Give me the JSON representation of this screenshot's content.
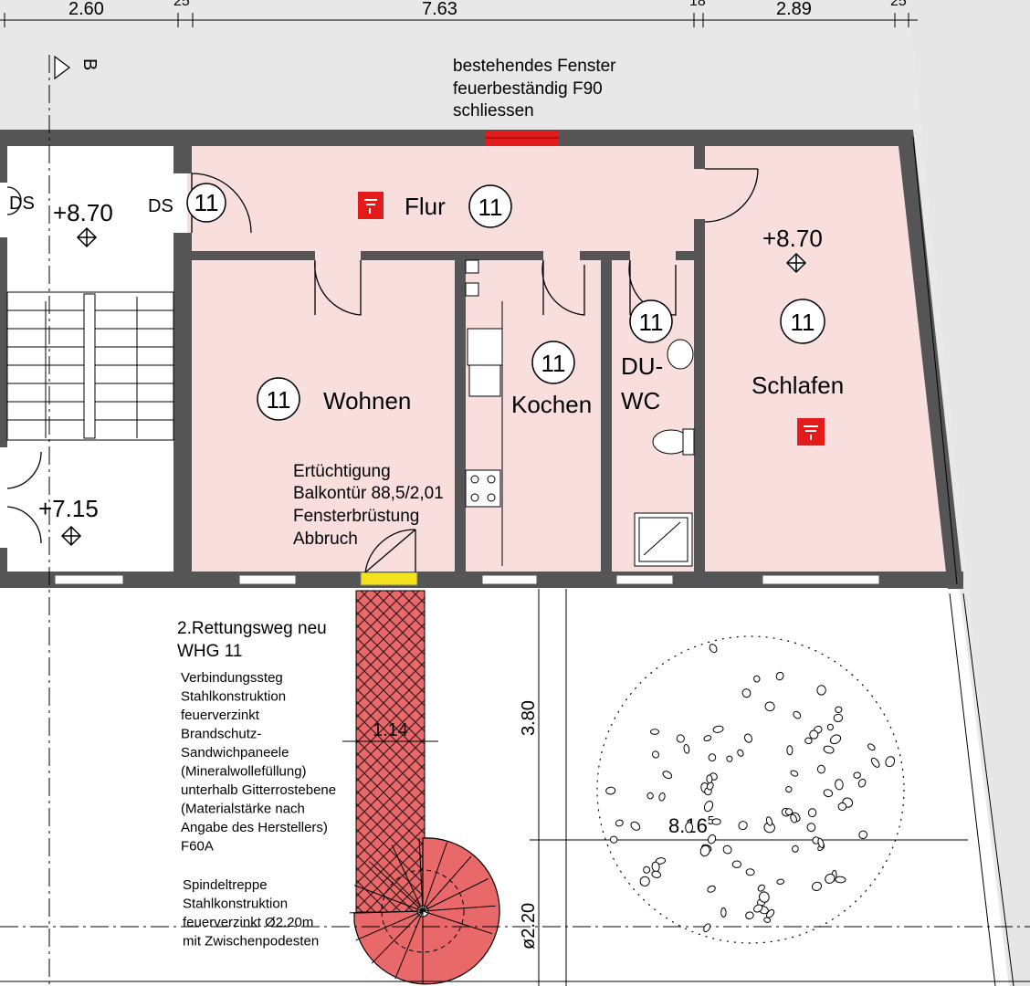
{
  "dimensions_top": {
    "d1": "2.60",
    "d2": "25",
    "d3": "7.63",
    "d4": "18",
    "d5": "2.89",
    "d6": "25"
  },
  "section_marker": "B",
  "notes": {
    "window": [
      "bestehendes Fenster",
      "feuerbeständig F90",
      "schliessen"
    ],
    "balcony": [
      "Ertüchtigung",
      "Balkontür 88,5/2,01",
      "Fensterbrüstung",
      "Abbruch"
    ],
    "escape": {
      "title": [
        "2.Rettungsweg neu",
        "WHG 11"
      ],
      "bridge": [
        "Verbindungssteg",
        "Stahlkonstruktion",
        "feuerverzinkt",
        "Brandschutz-",
        "Sandwichpaneele",
        "(Mineralwollefüllung)",
        "unterhalb Gitterrostebene",
        "(Materialstärke nach",
        "Angabe des Herstellers)",
        "F60A"
      ],
      "stair": [
        "Spindeltreppe",
        "Stahlkonstruktion",
        "feuerverzinkt Ø2.20m",
        "mit Zwischenpodesten"
      ]
    }
  },
  "unit_number": "11",
  "rooms": {
    "flur": "Flur",
    "wohnen": "Wohnen",
    "kochen": "Kochen",
    "wc_line1": "DU-",
    "wc_line2": "WC",
    "schlafen": "Schlafen"
  },
  "labels": {
    "ds": "DS"
  },
  "levels": {
    "l1": "+8.70",
    "l2": "+7.15",
    "l3": "+8.70"
  },
  "dimensions": {
    "bridge_width": "1.14",
    "length": "3.80",
    "diameter": "ø2.20",
    "tree": "8.16",
    "tree_sup": "5"
  },
  "colors": {
    "apartment": "#f9dede",
    "wall": "#555555",
    "red": "#e31b1b",
    "yellow": "#f4e21c",
    "bridge": "#e9686a"
  }
}
